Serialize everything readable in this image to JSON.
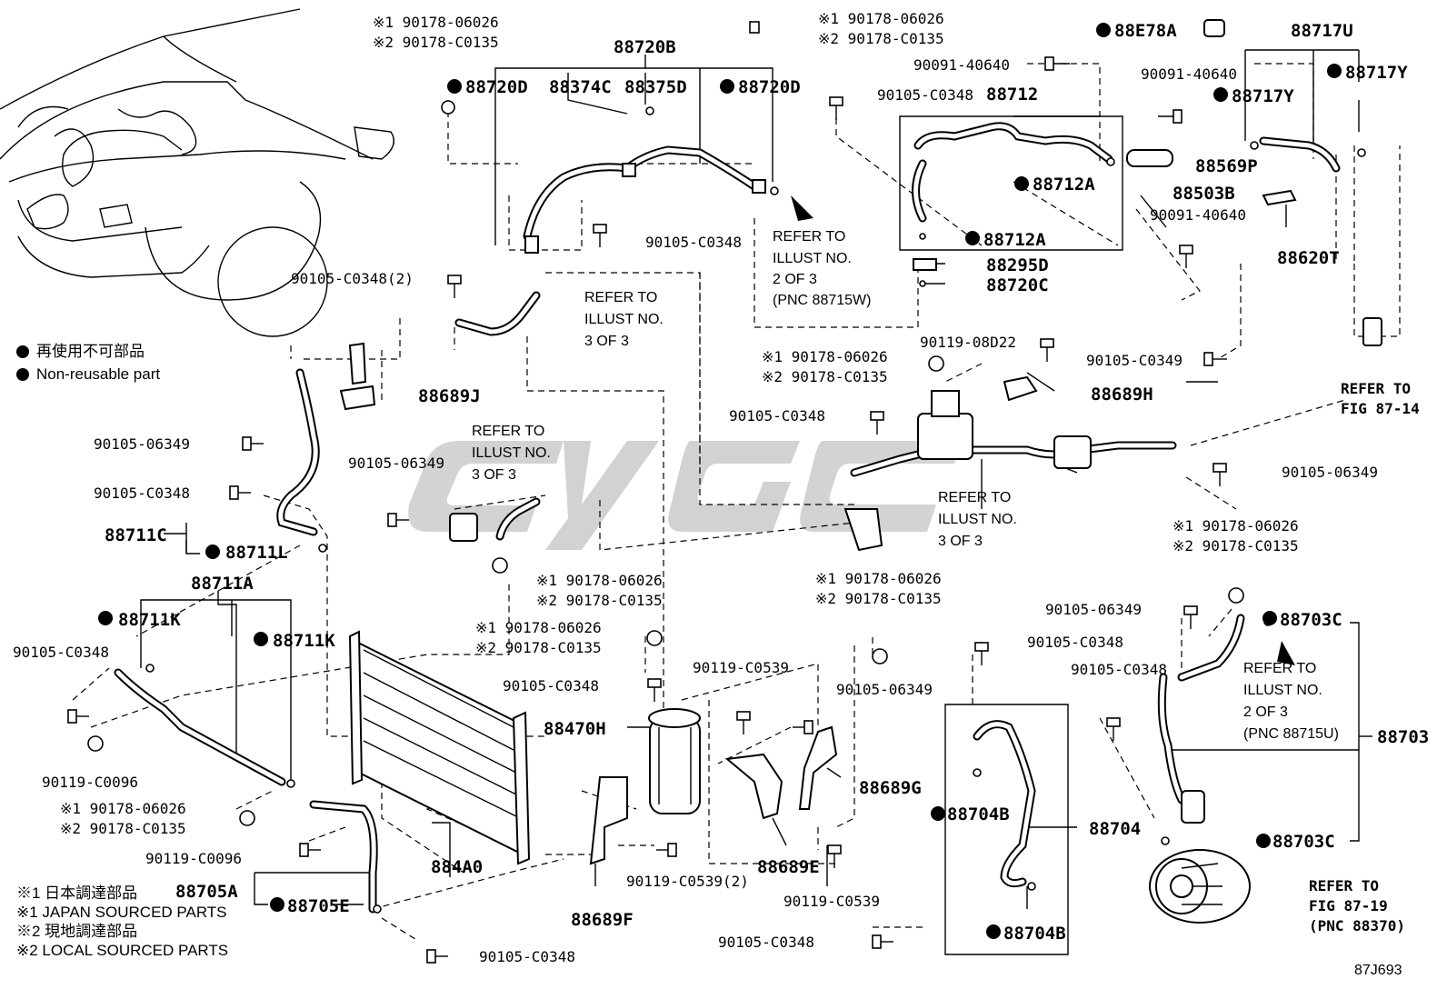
{
  "legend": {
    "non_reusable_ja": "再使用不可部品",
    "non_reusable_en": "Non-reusable part"
  },
  "footnotes": {
    "line1": "※1 日本調達部品",
    "line2": "※1 JAPAN SOURCED PARTS",
    "line3": "※2 現地調達部品",
    "line4": "※2 LOCAL SOURCED PARTS"
  },
  "figure_id": "87J693",
  "watermark": "cygc",
  "refs": {
    "illust2_top": [
      "REFER TO",
      "ILLUST NO.",
      "2 OF 3",
      "(PNC 88715W)"
    ],
    "illust3_a": [
      "REFER TO",
      "ILLUST NO.",
      "3 OF 3"
    ],
    "illust3_b": [
      "REFER TO",
      "ILLUST NO.",
      "3 OF 3"
    ],
    "illust3_c": [
      "REFER TO",
      "ILLUST NO.",
      "3 OF 3"
    ],
    "illust2_right": [
      "REFER TO",
      "ILLUST NO.",
      "2 OF 3",
      "(PNC 88715U)"
    ],
    "fig8714": [
      "REFER TO",
      "FIG 87-14"
    ],
    "fig8719": [
      "REFER TO",
      "FIG 87-19",
      "(PNC 88370)"
    ]
  },
  "labels": {
    "top_ring_1": "※1 90178-06026",
    "top_ring_2": "※2 90178-C0135",
    "p88720B": "88720B",
    "p88720D_l": "88720D",
    "p88374C": "88374C",
    "p88375D": "88375D",
    "p88720D_r": "88720D",
    "topr_ring_1": "※1 90178-06026",
    "topr_ring_2": "※2 90178-C0135",
    "p88E78A": "88E78A",
    "p88717U": "88717U",
    "b90091_a": "90091-40640",
    "b90091_b": "90091-40640",
    "p88717Y_a": "88717Y",
    "p88717Y_b": "88717Y",
    "b90105C0348_top": "90105-C0348",
    "p88712": "88712",
    "p88569P": "88569P",
    "p88712A": "88712A",
    "p88503B": "88503B",
    "b90091_c": "90091-40640",
    "p88712A_2": "88712A",
    "p88620T": "88620T",
    "p88295D": "88295D",
    "p88720C": "88720C",
    "b90105C0348_mid": "90105-C0348",
    "b90105C0348_2": "90105-C0348(2)",
    "mid_ring_1": "※1 90178-06026",
    "mid_ring_2": "※2 90178-C0135",
    "b90119_08D22": "90119-08D22",
    "b90105C0349": "90105-C0349",
    "p88689H": "88689H",
    "p88689J": "88689J",
    "b90105C0348_c": "90105-C0348",
    "b90105_06349_a": "90105-06349",
    "b90105_06349_b": "90105-06349",
    "b90105_06349_c": "90105-06349",
    "b90105C0348_d": "90105-C0348",
    "p88711C": "88711C",
    "p88711L": "88711L",
    "mid2_ring_1": "※1 90178-06026",
    "mid2_ring_2": "※2 90178-C0135",
    "r_ring_1": "※1 90178-06026",
    "r_ring_2": "※2 90178-C0135",
    "p88711A": "88711A",
    "p88711K_a": "88711K",
    "p88711K_b": "88711K",
    "b90105C0348_e": "90105-C0348",
    "c_ring_1": "※1 90178-06026",
    "c_ring_2": "※2 90178-C0135",
    "d_ring_1": "※1 90178-06026",
    "d_ring_2": "※2 90178-C0135",
    "b90105_06349_d": "90105-06349",
    "p88703C_a": "88703C",
    "b90105C0348_f": "90105-C0348",
    "b90105C0348_g": "90105-C0348",
    "b90119C0539_a": "90119-C0539",
    "b90105_06349_e": "90105-06349",
    "b90105C0348_h": "90105-C0348",
    "p88470H": "88470H",
    "b90119C0096_a": "90119-C0096",
    "e_ring_1": "※1 90178-06026",
    "e_ring_2": "※2 90178-C0135",
    "p88689G": "88689G",
    "p88704B_a": "88704B",
    "p88703": "88703",
    "p88704": "88704",
    "p88703C_b": "88703C",
    "p88689E": "88689E",
    "p884A0": "884A0",
    "b90119C0096_b": "90119-C0096",
    "p88705A": "88705A",
    "p88705E": "88705E",
    "b90119C0539_2": "90119-C0539(2)",
    "b90119C0539_b": "90119-C0539",
    "p88689F": "88689F",
    "b90105C0348_i": "90105-C0348",
    "p88704B_b": "88704B",
    "b90105C0348_j": "90105-C0348"
  }
}
